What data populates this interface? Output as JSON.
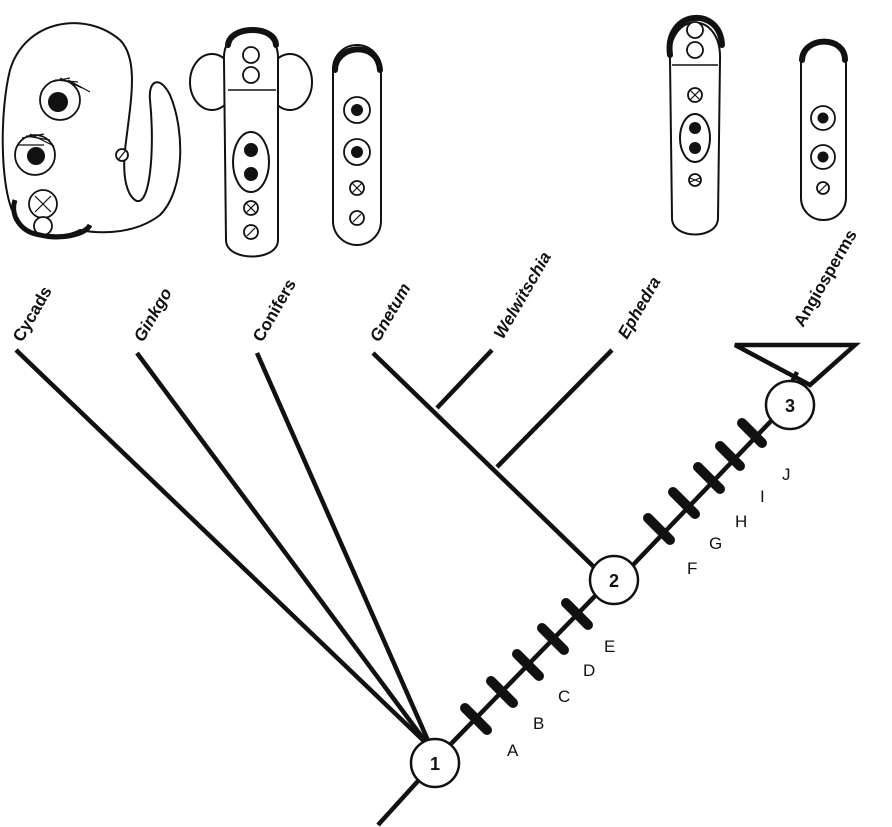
{
  "taxa": {
    "cycads": "Cycads",
    "ginkgo": "Ginkgo",
    "conifers": "Conifers",
    "gnetum": "Gnetum",
    "welwitschia": "Welwitschia",
    "ephedra": "Ephedra",
    "angiosperms": "Angiosperms"
  },
  "nodes": [
    "1",
    "2",
    "3"
  ],
  "characters": [
    "A",
    "B",
    "C",
    "D",
    "E",
    "F",
    "G",
    "H",
    "I",
    "J"
  ]
}
